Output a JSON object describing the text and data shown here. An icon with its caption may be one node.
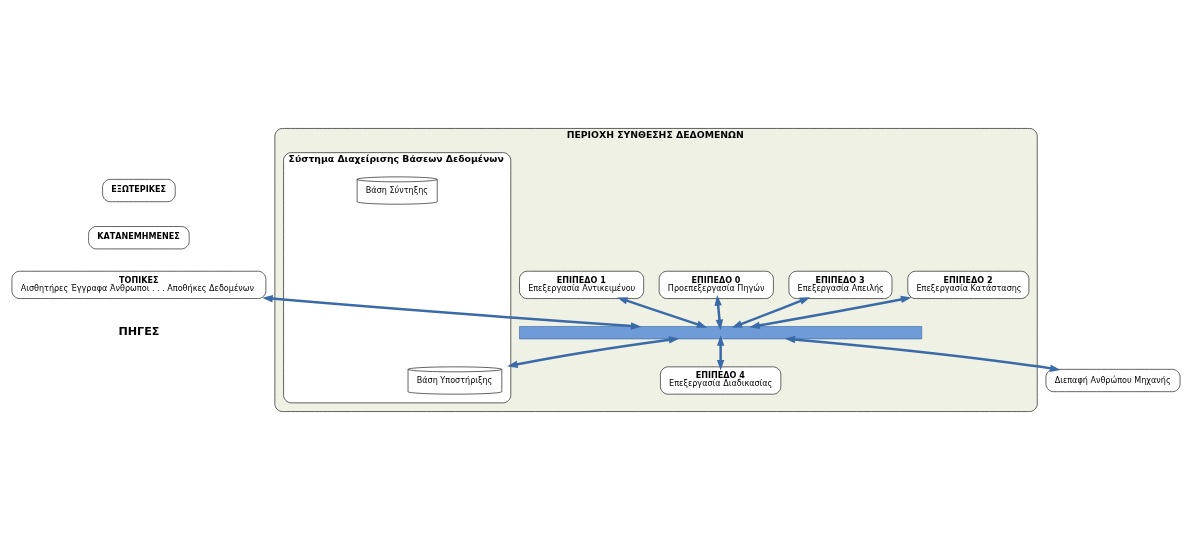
{
  "diagram": {
    "nodes": [
      {
        "text": [
          "ΕΞΩΤΕΡΙΚΕΣ"
        ]
      },
      {
        "text": [
          "ΚΑΤΑΝΕΜΗΜΕΝΕΣ"
        ]
      },
      {
        "text": [
          "ΤΟΠΙΚΕΣ",
          "Αισθητήρες Έγγραφα Άνθρωποι . . . Αποθήκες Δεδομένων"
        ]
      },
      {
        "text": [
          "ΠΕΡΙΟΧΗ ΣΥΝΘΕΣΗΣ ΔΕΔΟΜΕΝΩΝ"
        ]
      },
      {
        "text": [
          "ΕΠΙΠΕΔΟ 0",
          "Προεπεξεργασία Πηγών"
        ],
        "in": 3
      },
      {
        "text": [
          "ΕΠΙΠΕΔΟ 1",
          "Επεξεργασία Αντικειμένου"
        ],
        "in": 3
      },
      {
        "text": [
          "ΕΠΙΠΕΔΟ 2",
          "Επεξεργασία Κατάστασης"
        ],
        "in": 3
      },
      {
        "text": [
          "ΕΠΙΠΕΔΟ 3",
          "Επεξεργασία Απειλής"
        ],
        "in": 3
      },
      {
        "text": [],
        "shape": "bar",
        "in": 3
      },
      {
        "text": [
          "ΕΠΙΠΕΔΟ 4",
          "Επεξεργασία Διαδικασίας"
        ],
        "in": 3
      },
      {
        "text": [
          "Σύστημα Διαχείρισης Βάσεων Δεδομένων"
        ],
        "in": 3
      },
      {
        "text": [
          "Βάση Υποστήριξης"
        ],
        "in": 10
      },
      {
        "text": [
          "Βάση Σύντηξης"
        ],
        "in": 10
      },
      {
        "text": [
          "Διεπαφή Ανθρώπου Μηχανής"
        ]
      }
    ],
    "edges": [
      {
        "from": 2,
        "to": 8,
        "arrow": "both"
      },
      {
        "from": 4,
        "to": 8,
        "arrow": "both"
      },
      {
        "from": 5,
        "to": 8,
        "arrow": "both"
      },
      {
        "from": 6,
        "to": 8,
        "arrow": "both"
      },
      {
        "from": 7,
        "to": 8,
        "arrow": "both"
      },
      {
        "from": 8,
        "to": 9,
        "arrow": "both"
      },
      {
        "from": 8,
        "to": 10,
        "arrow": "both"
      },
      {
        "from": 8,
        "to": 13,
        "arrow": "both"
      }
    ],
    "labels": [
      "ΠΗΓΕΣ"
    ]
  }
}
